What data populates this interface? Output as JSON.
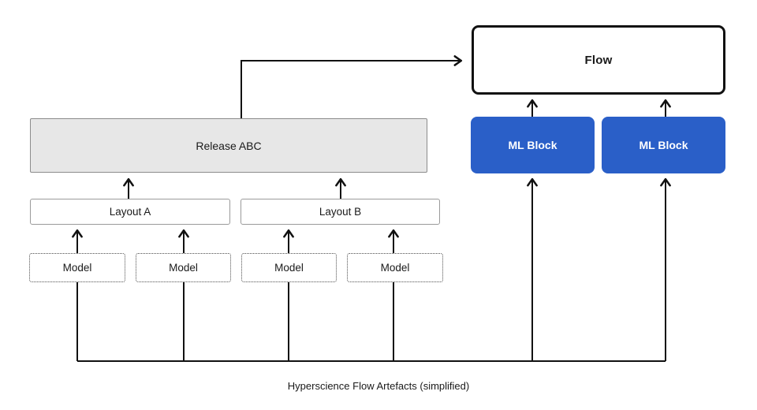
{
  "diagram": {
    "caption": "Hyperscience Flow Artefacts (simplified)",
    "colors": {
      "ml_block_fill": "#2A5FC8",
      "ml_block_text": "#FFFFFF",
      "release_fill": "#E7E7E7",
      "release_border": "#8C8C8C",
      "connector_line": "#111111",
      "background": "#FFFFFF"
    },
    "nodes": {
      "flow": {
        "label": "Flow"
      },
      "ml_block_1": {
        "label": "ML Block"
      },
      "ml_block_2": {
        "label": "ML Block"
      },
      "release": {
        "label": "Release ABC"
      },
      "layout_a": {
        "label": "Layout A"
      },
      "layout_b": {
        "label": "Layout B"
      },
      "model_1": {
        "label": "Model"
      },
      "model_2": {
        "label": "Model"
      },
      "model_3": {
        "label": "Model"
      },
      "model_4": {
        "label": "Model"
      }
    }
  }
}
